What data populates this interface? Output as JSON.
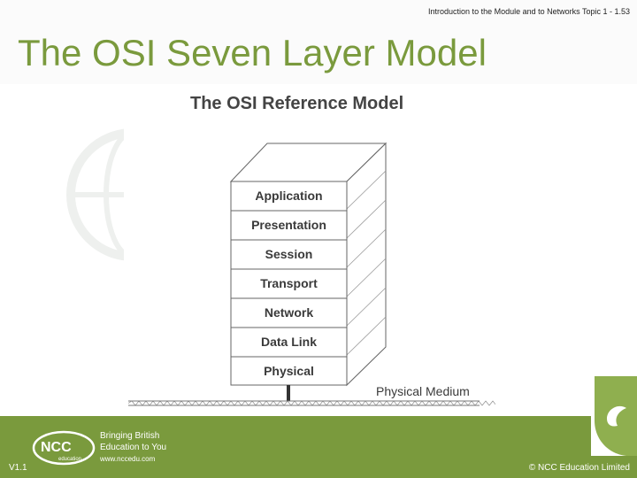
{
  "header": {
    "course_note": "Introduction to the Module and to Networks Topic 1 - 1.53",
    "title": "The OSI Seven Layer Model"
  },
  "diagram": {
    "title": "The OSI Reference Model",
    "layers": [
      "Application",
      "Presentation",
      "Session",
      "Transport",
      "Network",
      "Data Link",
      "Physical"
    ],
    "medium_label": "Physical Medium"
  },
  "footer": {
    "version": "V1.1",
    "copyright": "© NCC Education Limited",
    "logo_text": "NCC",
    "logo_subtext": "education",
    "tagline_line1": "Bringing British",
    "tagline_line2": "Education to You",
    "website": "www.nccedu.com"
  },
  "colors": {
    "brand_green": "#7a9a3d",
    "text_dark": "#3a3a3a"
  }
}
